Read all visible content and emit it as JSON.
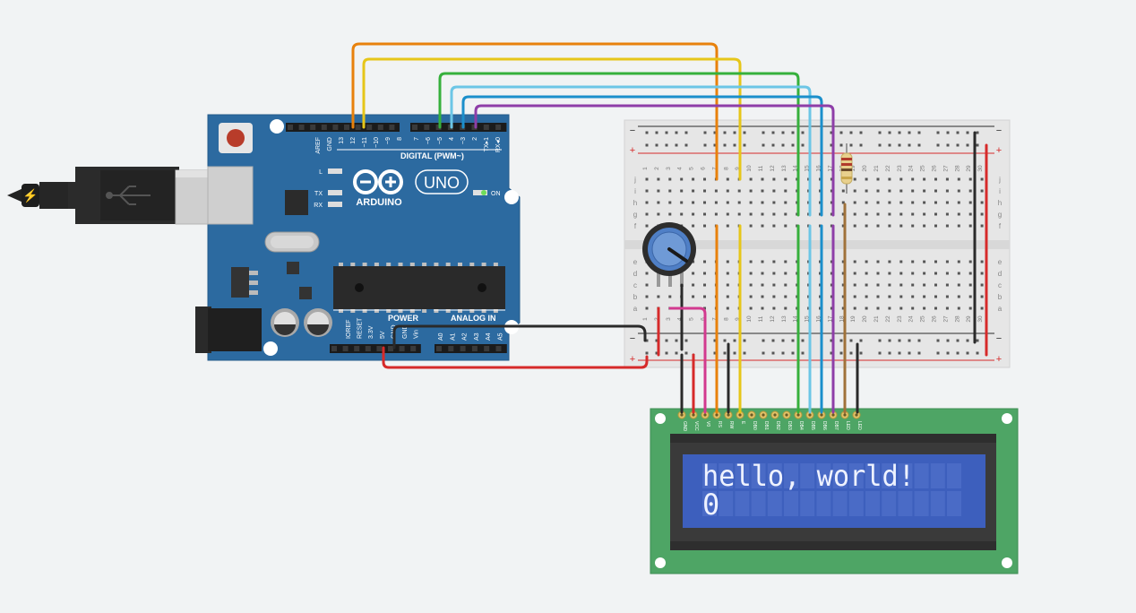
{
  "canvas": {
    "background": "#f1f3f4"
  },
  "arduino": {
    "logo_text": "ARDUINO",
    "model": "UNO",
    "digital_label": "DIGITAL (PWM~)",
    "power_label": "POWER",
    "analog_label": "ANALOG IN",
    "led_l": "L",
    "led_tx": "TX",
    "led_rx": "RX",
    "on_label": "ON",
    "aref": "AREF",
    "gnd": "GND",
    "digital_pins": [
      "13",
      "12",
      "~11",
      "~10",
      "~9",
      "8",
      "7",
      "~6",
      "~5",
      "4",
      "~3",
      "2",
      "TX▸1",
      "RX◂0"
    ],
    "power_pins": [
      "IOREF",
      "RESET",
      "3.3V",
      "5V",
      "GND",
      "GND",
      "Vin"
    ],
    "analog_pins": [
      "A0",
      "A1",
      "A2",
      "A3",
      "A4",
      "A5"
    ],
    "board_color": "#2c6aa0"
  },
  "breadboard": {
    "columns": [
      "1",
      "2",
      "3",
      "4",
      "5",
      "6",
      "7",
      "8",
      "9",
      "10",
      "11",
      "12",
      "13",
      "14",
      "15",
      "16",
      "17",
      "18",
      "19",
      "20",
      "21",
      "22",
      "23",
      "24",
      "25",
      "26",
      "27",
      "28",
      "29",
      "30"
    ],
    "rows_top": [
      "j",
      "i",
      "h",
      "g",
      "f"
    ],
    "rows_bottom": [
      "e",
      "d",
      "c",
      "b",
      "a"
    ],
    "rail_minus": "−",
    "rail_plus": "+"
  },
  "lcd": {
    "line1": "hello, world!",
    "line2": "0",
    "pins": [
      "GND",
      "VCC",
      "V0",
      "RS",
      "RW",
      "E",
      "DB0",
      "DB1",
      "DB2",
      "DB3",
      "DB4",
      "DB5",
      "DB6",
      "DB7",
      "LED",
      "LED"
    ],
    "screen_color": "#3d5fbd",
    "pcb_color": "#4ea565"
  },
  "wire_colors": {
    "orange": "#e8810c",
    "yellow": "#e6c619",
    "green": "#36b03c",
    "lightblue": "#6cc6e6",
    "blue": "#1b8fcb",
    "purple": "#8e3ea8",
    "red": "#d62a2a",
    "black": "#2a2a2a",
    "pink": "#d23a8f",
    "brown": "#a0723a"
  }
}
